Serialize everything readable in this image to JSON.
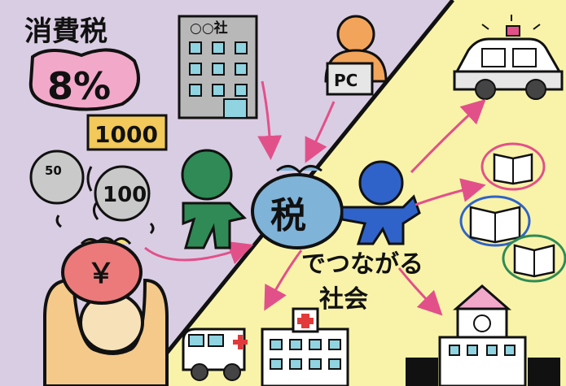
{
  "poster": {
    "tax_title": "消費税",
    "tax_rate": "8%",
    "coin_50": "50",
    "coin_100": "100",
    "bill_1000": "1000",
    "pouch_symbol": "￥",
    "company_sign": "○○社",
    "pc_label": "PC",
    "tax_bag_label": "税",
    "slogan_line1": "でつながる",
    "slogan_line2": "社会"
  },
  "colors": {
    "left_background": "#d9cde3",
    "right_background": "#f8f3a8",
    "green_person": "#2f8a55",
    "blue_person": "#2f63c9",
    "tax_bag": "#7fb3d8",
    "rate_badge": "#f2a9c9",
    "bill": "#f2c95a",
    "pink_arrows": "#e2508a"
  }
}
